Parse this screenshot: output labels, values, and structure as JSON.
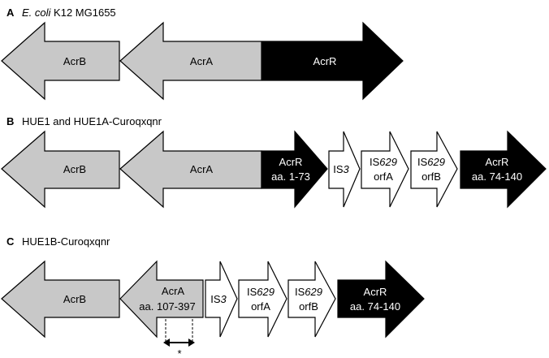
{
  "panels": {
    "a": {
      "letter": "A",
      "title_italic": "E. coli",
      "title_rest": " K12 MG1655"
    },
    "b": {
      "letter": "B",
      "title": "HUE1 and HUE1A-Curoqxqnr"
    },
    "c": {
      "letter": "C",
      "title": "HUE1B-Curoqxqnr"
    }
  },
  "genes": {
    "a_acrb": {
      "line1": "AcrB"
    },
    "a_acra": {
      "line1": "AcrA"
    },
    "a_acrr": {
      "line1": "AcrR"
    },
    "b_acrb": {
      "line1": "AcrB"
    },
    "b_acra": {
      "line1": "AcrA"
    },
    "b_acrr1": {
      "line1": "AcrR",
      "line2": "aa. 1-73"
    },
    "b_is3": {
      "line1_pre": "IS",
      "line1_ital": "3"
    },
    "b_is629a": {
      "line1_pre": "IS",
      "line1_ital": "629",
      "line2": "orfA"
    },
    "b_is629b": {
      "line1_pre": "IS",
      "line1_ital": "629",
      "line2": "orfB"
    },
    "b_acrr2": {
      "line1": "AcrR",
      "line2": "aa. 74-140"
    },
    "c_acrb": {
      "line1": "AcrB"
    },
    "c_acra": {
      "line1": "AcrA",
      "line2": "aa. 107-397"
    },
    "c_is3": {
      "line1_pre": "IS",
      "line1_ital": "3"
    },
    "c_is629a": {
      "line1_pre": "IS",
      "line1_ital": "629",
      "line2": "orfA"
    },
    "c_is629b": {
      "line1_pre": "IS",
      "line1_ital": "629",
      "line2": "orfB"
    },
    "c_acrr": {
      "line1": "AcrR",
      "line2": "aa. 74-140"
    }
  },
  "annotation": {
    "asterisk": "*"
  },
  "colors": {
    "gray": "#c8c8c8",
    "black": "#000000",
    "white": "#ffffff",
    "stroke": "#000000"
  }
}
